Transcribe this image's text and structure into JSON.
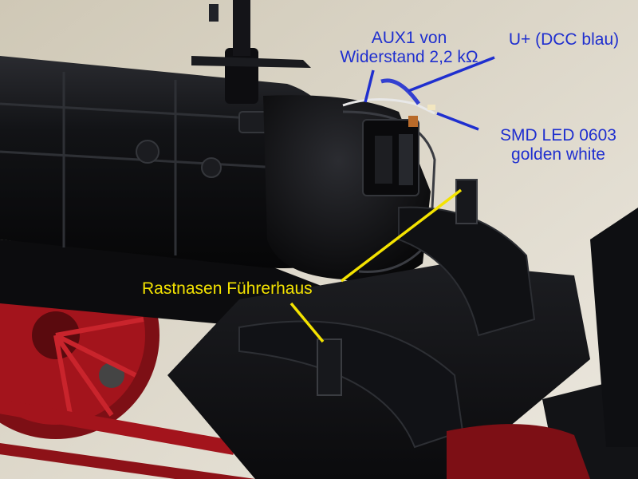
{
  "annotations": {
    "aux1": {
      "line1": "AUX1 von",
      "line2": "Widerstand 2,2 kΩ"
    },
    "u_plus": {
      "text": "U+ (DCC blau)"
    },
    "smd_led": {
      "line1": "SMD LED 0603",
      "line2": "golden white"
    },
    "rastnasen": {
      "text": "Rastnasen Führerhaus"
    }
  },
  "colors": {
    "label_blue": "#1f2fcf",
    "label_yellow": "#f4e300",
    "loco_black": "#0d0d0f",
    "wheel_red": "#a3141c",
    "background": "#d9d4c6"
  }
}
